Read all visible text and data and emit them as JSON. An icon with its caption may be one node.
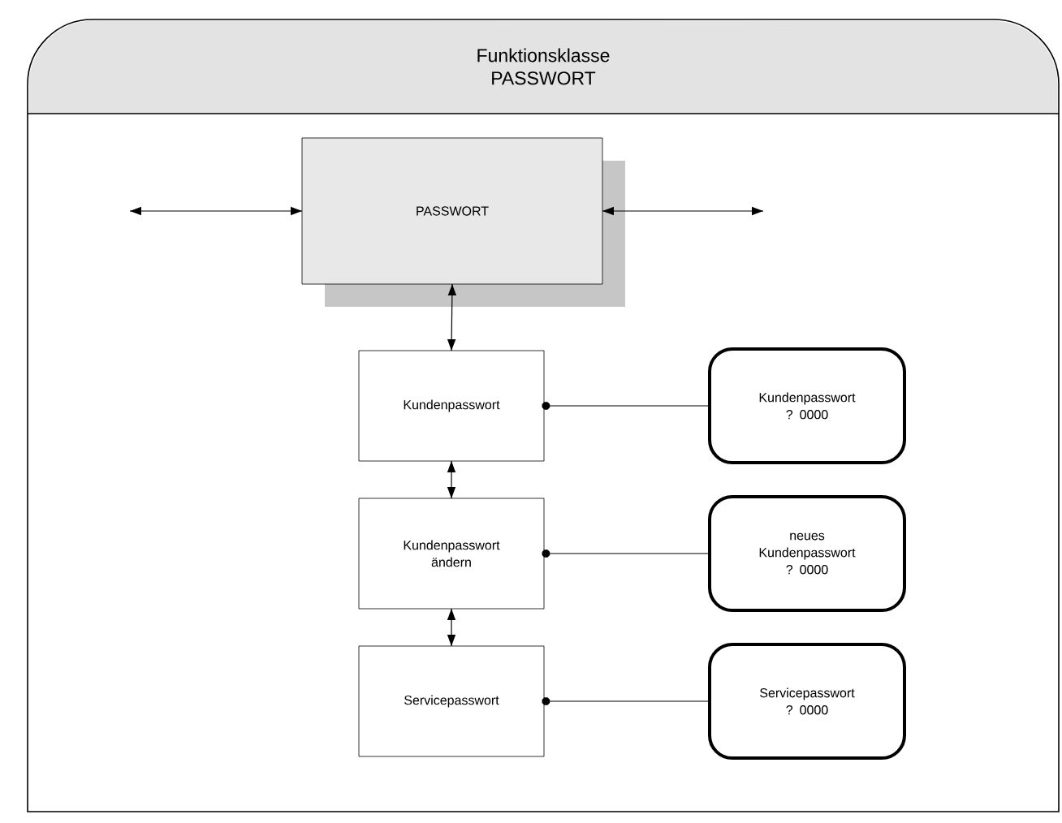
{
  "diagram": {
    "nodes": [
      {
        "text": [
          "Funktionsklasse PASSWORT"
        ]
      },
      {
        "text": [
          "PASSWORT"
        ],
        "in": 0
      },
      {
        "text": [
          "Kundenpasswort"
        ],
        "in": 0
      },
      {
        "text": [
          "Kundenpasswort ändern"
        ],
        "in": 0
      },
      {
        "text": [
          "Servicepasswort"
        ],
        "in": 0
      },
      {
        "text": [
          "Kundenpasswort ? 0000"
        ],
        "in": 0
      },
      {
        "text": [
          "neues Kundenpasswort ? 0000"
        ],
        "in": 0
      },
      {
        "text": [
          "Servicepasswort ? 0000"
        ],
        "in": 0
      }
    ],
    "edges": [
      {
        "from": null,
        "to": 1,
        "arrow": "both"
      },
      {
        "from": 1,
        "to": null,
        "arrow": "both"
      },
      {
        "from": 1,
        "to": 2,
        "arrow": "both"
      },
      {
        "from": 2,
        "to": 3,
        "arrow": "both"
      },
      {
        "from": 3,
        "to": 4,
        "arrow": "both"
      },
      {
        "from": 2,
        "to": 5,
        "arrow": "other"
      },
      {
        "from": 3,
        "to": 6,
        "arrow": "other"
      },
      {
        "from": 4,
        "to": 7,
        "arrow": "other"
      }
    ]
  }
}
